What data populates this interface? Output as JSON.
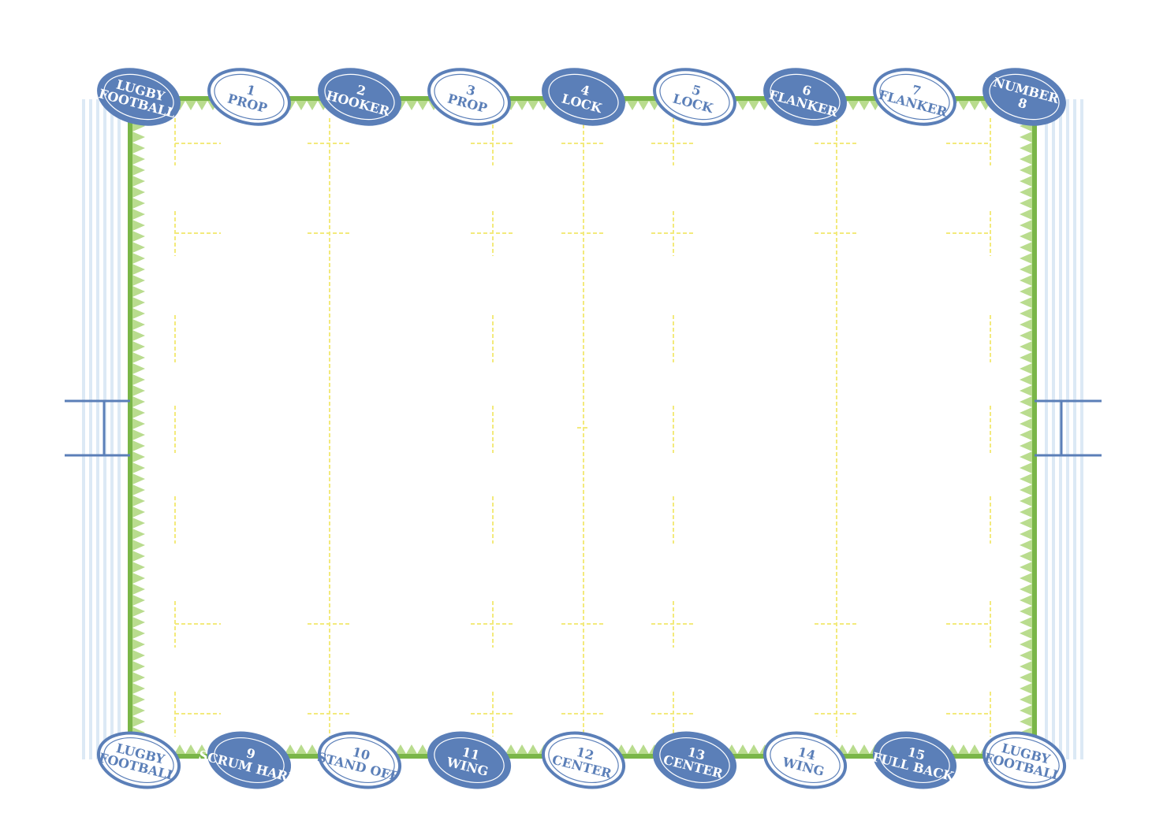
{
  "colors": {
    "ball_dark": "#5b7fb8",
    "ball_light": "#ffffff",
    "ball_outline": "#5b7fb8",
    "field_border": "#7ab648",
    "field_fringe": "#b9dc8e",
    "field_lines": "#f3ea7c",
    "goal_posts": "#5b7fb8",
    "stands": "#dce9f5"
  },
  "icons": {
    "ball": "rugby-ball-icon",
    "goal": "goal-post-icon"
  },
  "top_balls": [
    {
      "lines": [
        "LUGBY",
        "FOOTBALL"
      ],
      "style": "dark"
    },
    {
      "lines": [
        "1",
        "PROP"
      ],
      "style": "light"
    },
    {
      "lines": [
        "2",
        "HOOKER"
      ],
      "style": "dark"
    },
    {
      "lines": [
        "3",
        "PROP"
      ],
      "style": "light"
    },
    {
      "lines": [
        "4",
        "LOCK"
      ],
      "style": "dark"
    },
    {
      "lines": [
        "5",
        "LOCK"
      ],
      "style": "light"
    },
    {
      "lines": [
        "6",
        "FLANKER"
      ],
      "style": "dark"
    },
    {
      "lines": [
        "7",
        "FLANKER"
      ],
      "style": "light"
    },
    {
      "lines": [
        "NUMBER",
        "8"
      ],
      "style": "dark"
    }
  ],
  "bottom_balls": [
    {
      "lines": [
        "LUGBY",
        "FOOTBALL"
      ],
      "style": "light"
    },
    {
      "lines": [
        "9",
        "SCRUM HARF"
      ],
      "style": "dark"
    },
    {
      "lines": [
        "10",
        "STAND OFF"
      ],
      "style": "light"
    },
    {
      "lines": [
        "11",
        "WING"
      ],
      "style": "dark"
    },
    {
      "lines": [
        "12",
        "CENTER"
      ],
      "style": "light"
    },
    {
      "lines": [
        "13",
        "CENTER"
      ],
      "style": "dark"
    },
    {
      "lines": [
        "14",
        "WING"
      ],
      "style": "light"
    },
    {
      "lines": [
        "15",
        "FULL BACK"
      ],
      "style": "dark"
    },
    {
      "lines": [
        "LUGBY",
        "FOOTBALL"
      ],
      "style": "light"
    }
  ]
}
